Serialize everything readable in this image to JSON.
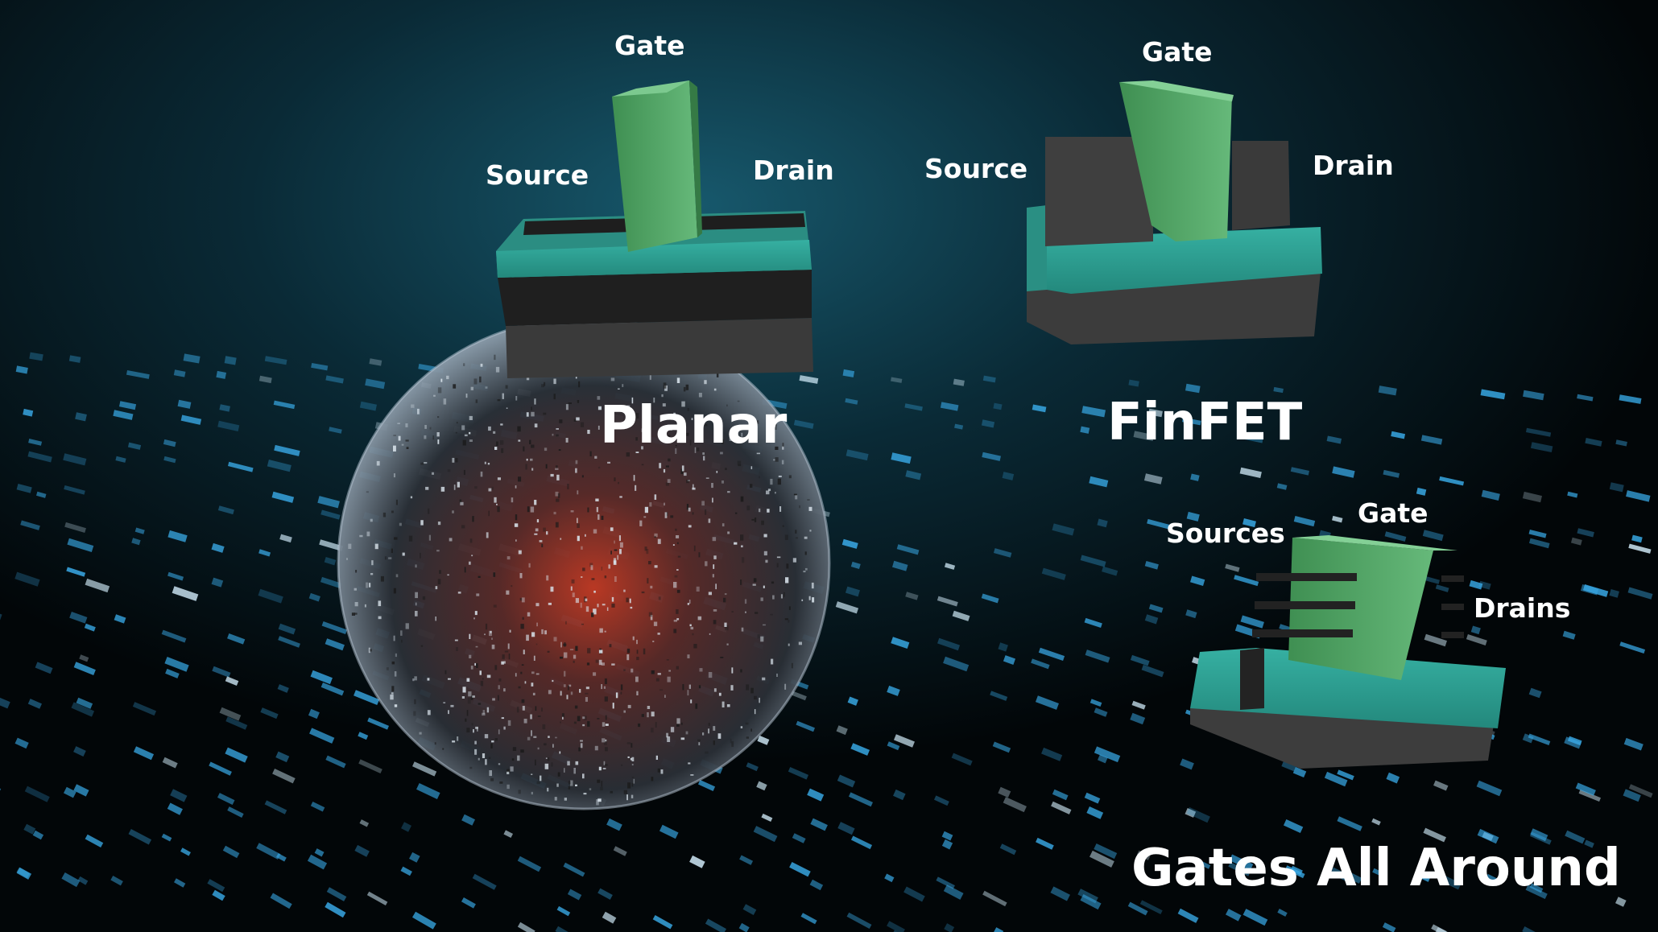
{
  "colors": {
    "background": "#020608",
    "glow": "#0f4a5e",
    "data_streak": "#39a9e6",
    "gate_green": "#54a86a",
    "channel_teal": "#2e9e92",
    "substrate_gray": "#3b3b3b",
    "sphere_core": "#e0402a"
  },
  "planar": {
    "title": "Planar",
    "gate": "Gate",
    "source": "Source",
    "drain": "Drain"
  },
  "finfet": {
    "title": "FinFET",
    "gate": "Gate",
    "source": "Source",
    "drain": "Drain"
  },
  "gaa": {
    "title": "Gates All Around",
    "gate": "Gate",
    "sources": "Sources",
    "drains": "Drains"
  }
}
